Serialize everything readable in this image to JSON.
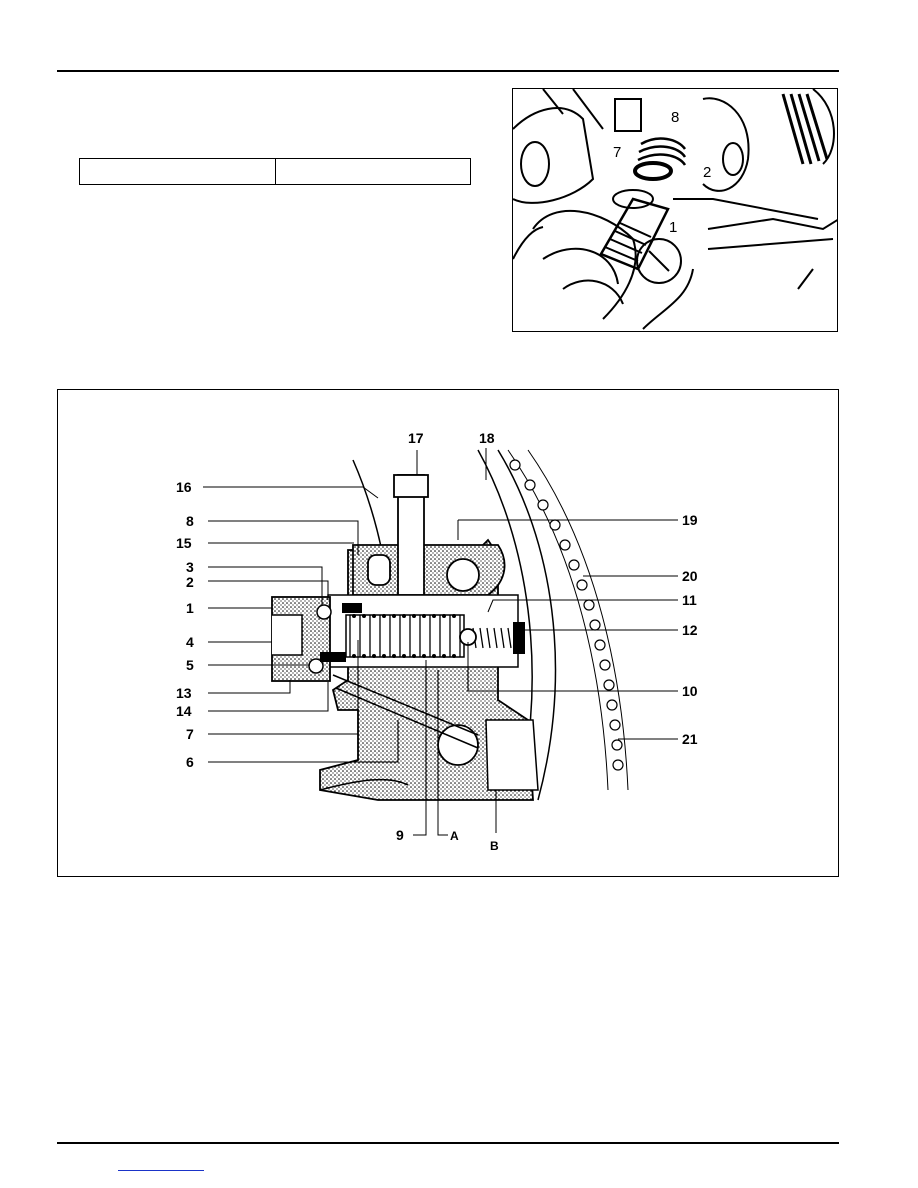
{
  "spec_table": {
    "cells": [
      "",
      ""
    ]
  },
  "photo": {
    "labels": [
      "8",
      "7",
      "2",
      "1"
    ]
  },
  "diagram": {
    "left_labels": [
      "16",
      "8",
      "15",
      "3",
      "2",
      "1",
      "4",
      "5",
      "13",
      "14",
      "7",
      "6"
    ],
    "top_labels": [
      "17",
      "18"
    ],
    "right_labels": [
      "19",
      "20",
      "11",
      "12",
      "10",
      "21"
    ],
    "bottom_labels": [
      "9",
      "A",
      "B"
    ]
  },
  "footer": {
    "link_text": ""
  }
}
